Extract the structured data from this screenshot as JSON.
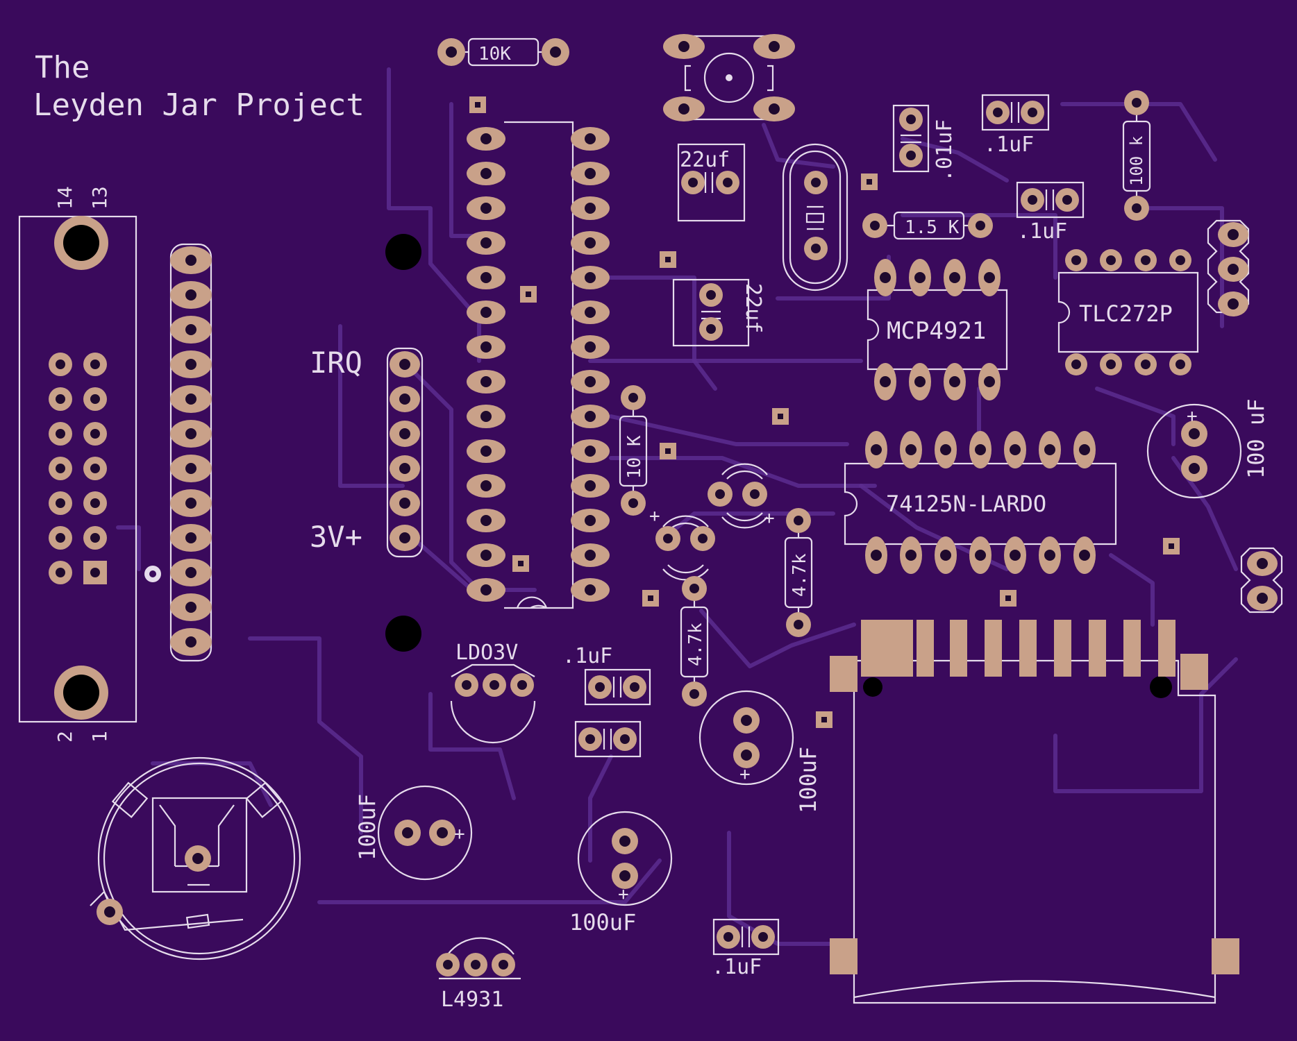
{
  "board": {
    "background": "#3a0a5c",
    "silkscreen_color": "#e6dcec",
    "pad_color": "#c9a189",
    "trace_color": "#5c2d8f"
  },
  "title": {
    "line1": "The",
    "line2": "Leyden Jar Project"
  },
  "labels": {
    "irq": "IRQ",
    "v3": "3V+",
    "pin14": "14",
    "pin13": "13",
    "pin2": "2",
    "pin1": "1",
    "r_10k_top": "10K",
    "r_10k_mid": "10 K",
    "r_15k": "1.5 K",
    "r_100k": "100 k",
    "r_47k_a": "4.7k",
    "r_47k_b": "4.7k",
    "c_22uf_a": "22uf",
    "c_22uf_b": "22uf",
    "c_01uf": ".01uF",
    "c_1uf_a": ".1uF",
    "c_1uf_b": ".1uF",
    "c_1uf_c": ".1uF",
    "c_1uf_d": ".1uF",
    "c_100uf_right": "100 uF",
    "c_100uf_mid": "100uF",
    "c_100uf_left": "100uF",
    "c_100uf_bottom": "100uF",
    "plus": "+",
    "ic_mcp": "MCP4921",
    "ic_tlc": "TLC272P",
    "ic_74125": "74125N-LARDO",
    "reg_ldo": "LDO3V",
    "reg_l4931": "L4931"
  }
}
